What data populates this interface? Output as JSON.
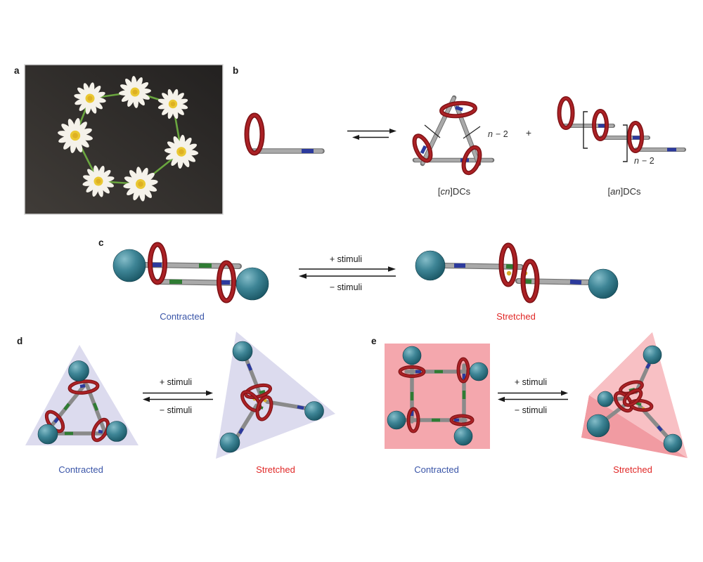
{
  "colors": {
    "teal_sphere": "#2b7080",
    "ring_red": "#9c1b1f",
    "rod_gray": "#8f8f8f",
    "station_blue": "#2c3a9d",
    "station_green": "#2f7c33",
    "triangle_lavender": "#dcdbee",
    "square_pink": "#f4a7ad",
    "tetrahedron_red": "#e0525c",
    "contracted_text": "#3a55a8",
    "stretched_text": "#e02726",
    "photo_background": "#2e2b28",
    "daisy_petal": "#f5f2ea",
    "daisy_center": "#eac832",
    "stem_green": "#6aa63f"
  },
  "panels": {
    "a": {
      "label": "a",
      "daisy_count": 7
    },
    "b": {
      "label": "b",
      "cyclic": {
        "n_var": "n",
        "minus_two": "− 2",
        "caption_open": "[",
        "caption_unit": "cn",
        "caption_rest": "]DCs"
      },
      "plus": "+",
      "acyclic": {
        "n_var": "n",
        "minus_two": "− 2",
        "caption_open": "[",
        "caption_unit": "an",
        "caption_rest": "]DCs"
      }
    },
    "c": {
      "label": "c",
      "plus_stimuli": "+ stimuli",
      "minus_stimuli": "− stimuli",
      "contracted_label": "Contracted",
      "stretched_label": "Stretched"
    },
    "d": {
      "label": "d",
      "plus_stimuli": "+ stimuli",
      "minus_stimuli": "− stimuli",
      "contracted_label": "Contracted",
      "stretched_label": "Stretched"
    },
    "e": {
      "label": "e",
      "plus_stimuli": "+ stimuli",
      "minus_stimuli": "− stimuli",
      "contracted_label": "Contracted",
      "stretched_label": "Stretched"
    }
  }
}
